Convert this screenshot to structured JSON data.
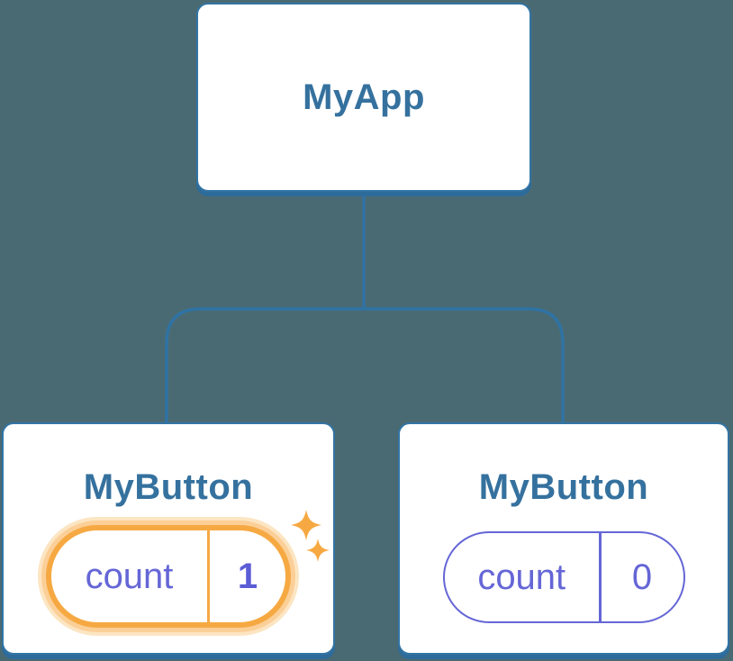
{
  "diagram": {
    "background_color": "#4a6a73",
    "node_border_color": "#3274a4",
    "node_shadow_color": "#2d6b9a",
    "node_text_color": "#35719e",
    "connector_color": "#2f73a4",
    "state_text_color": "#6566d6",
    "highlight_border_color": "#f6a942",
    "highlight_glow_color": "#fbcf97",
    "root": {
      "label": "MyApp"
    },
    "children": [
      {
        "label": "MyButton",
        "state_key": "count",
        "state_value": "1",
        "highlighted": true,
        "icon": "sparkle-icon"
      },
      {
        "label": "MyButton",
        "state_key": "count",
        "state_value": "0",
        "highlighted": false
      }
    ]
  }
}
